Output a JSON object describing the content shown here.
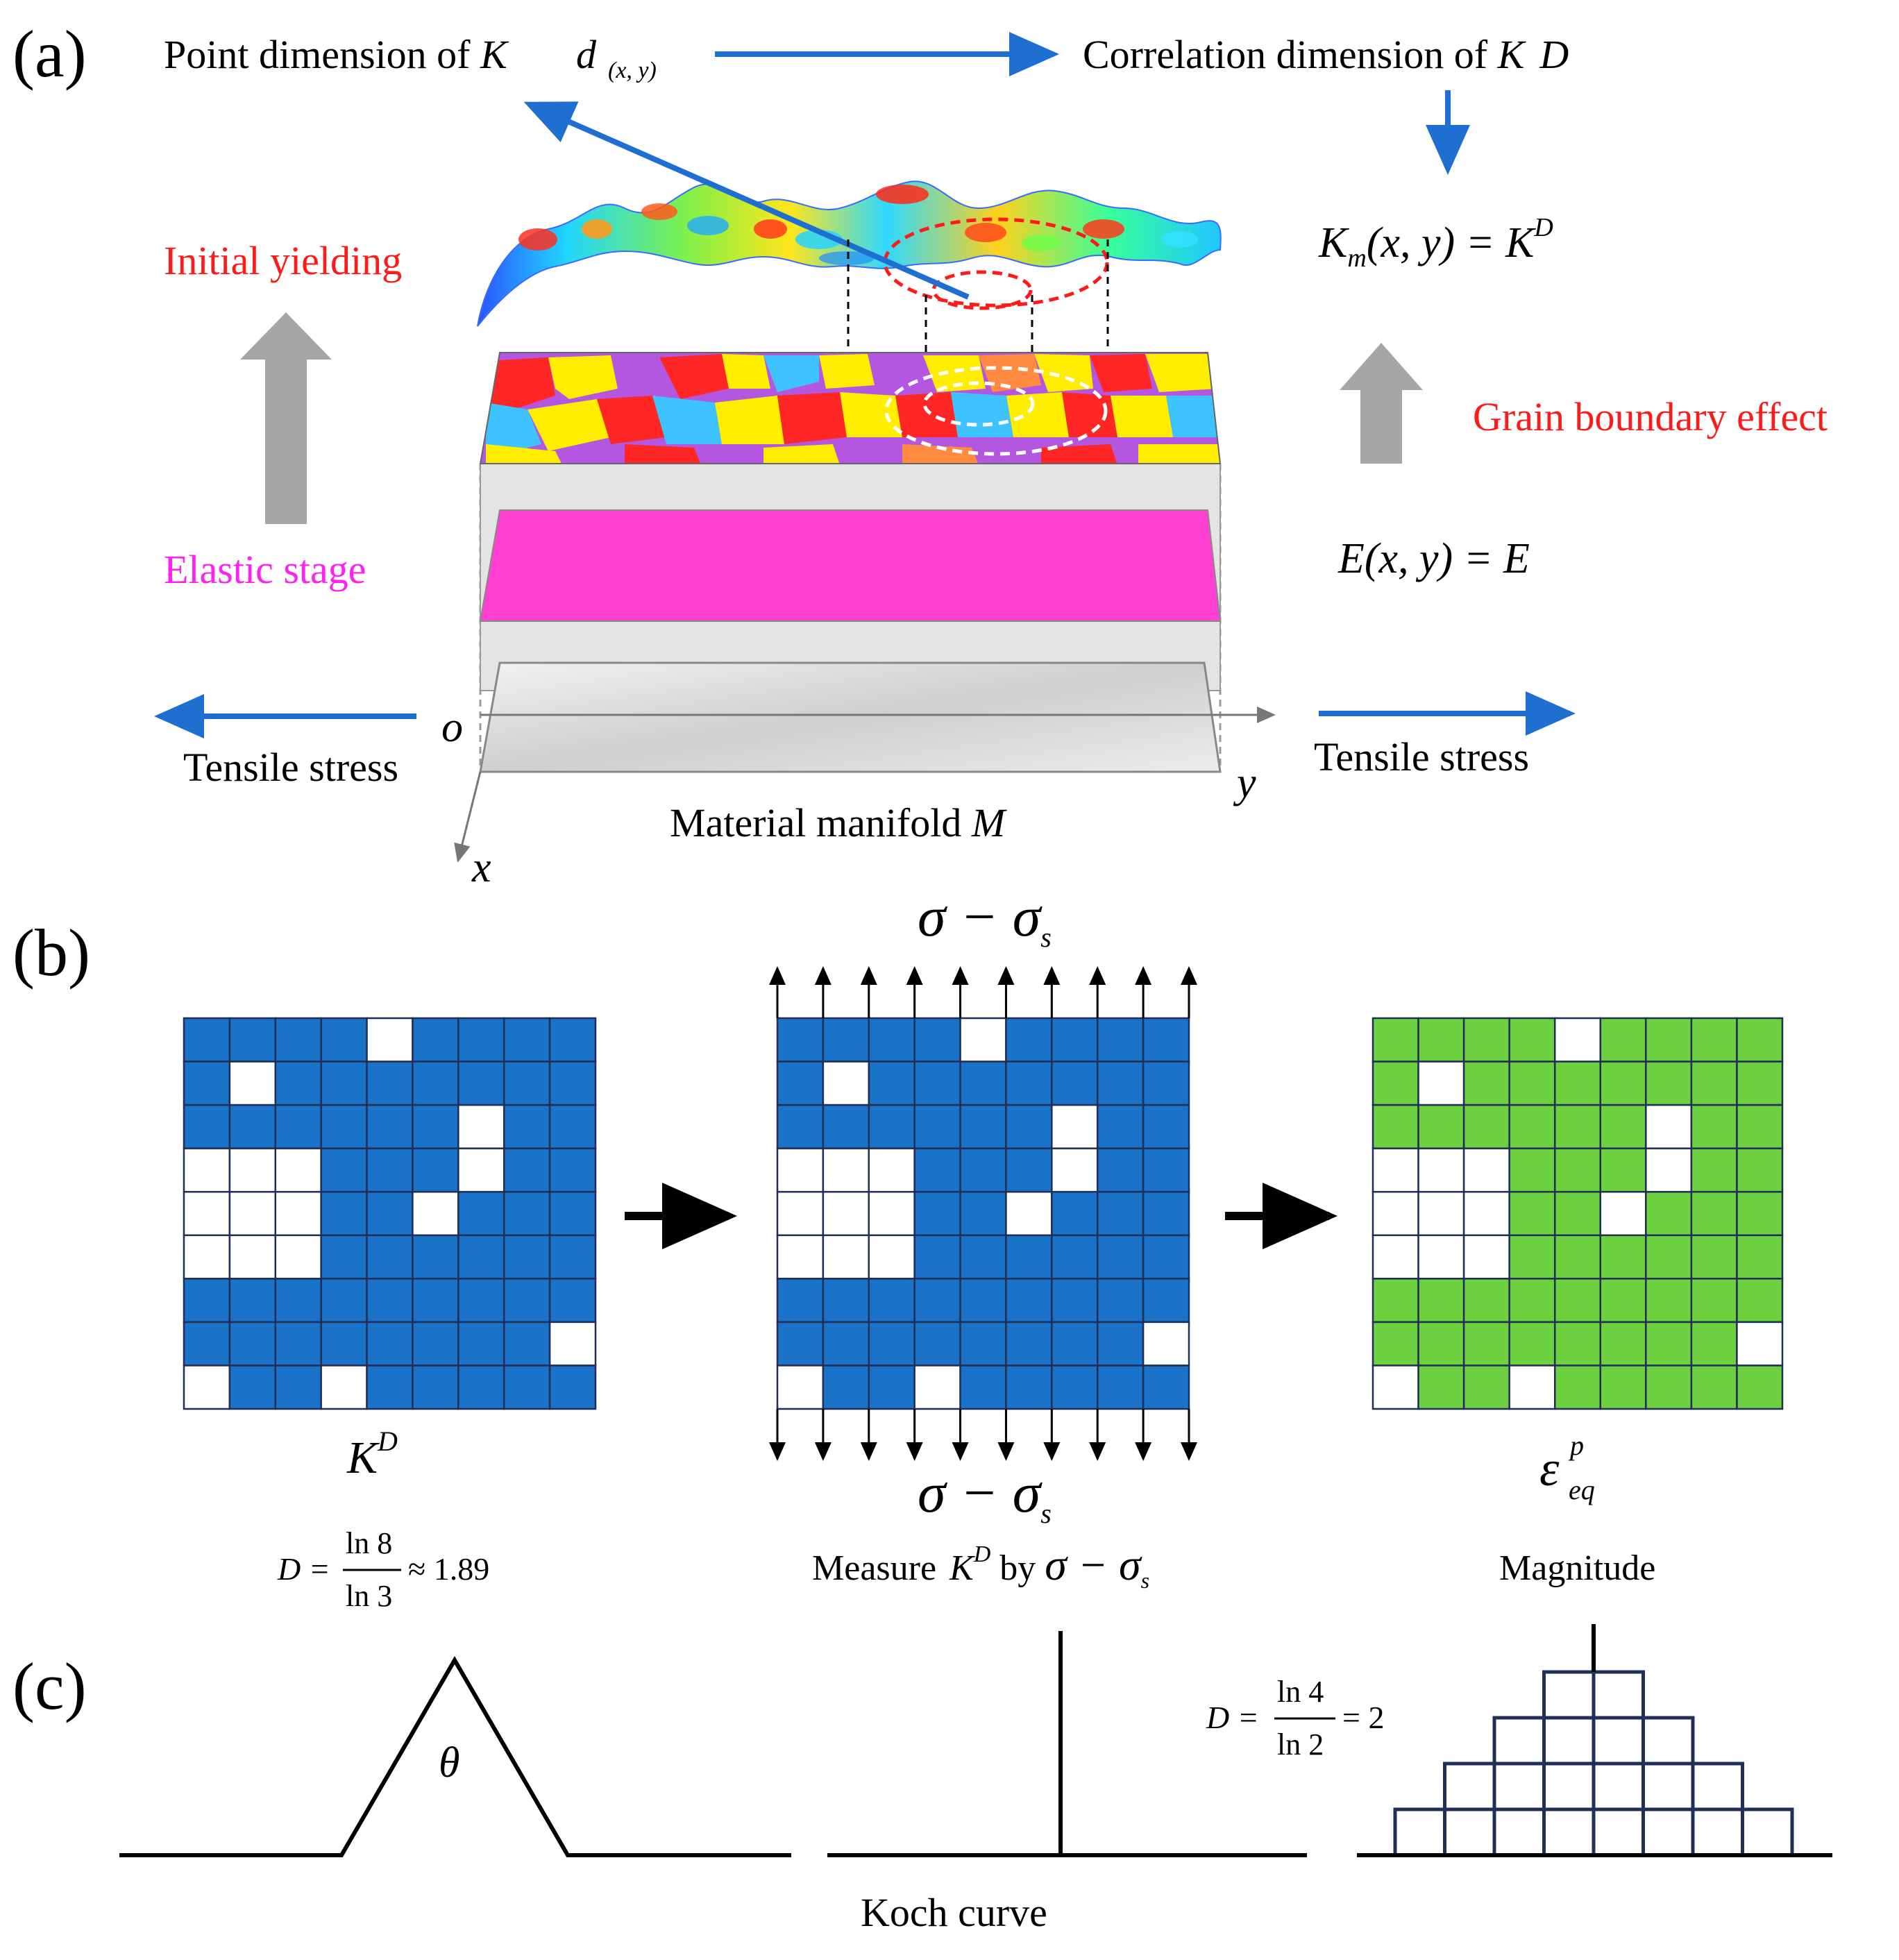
{
  "panel_a": {
    "label": "(a)",
    "point_dimension": {
      "text": "Point dimension of ",
      "var": "K",
      "sym": "d",
      "sub": "(x, y)"
    },
    "correlation_dimension": {
      "text": "Correlation dimension of ",
      "var": "K",
      "sym": "D"
    },
    "km_formula": {
      "lhs": "K",
      "sub": "m",
      "args": "(x, y) = ",
      "rhs": "K",
      "sup": "D"
    },
    "e_formula": {
      "lhs": "E",
      "args": "(x, y)",
      "rhs": " = E"
    },
    "initial_yielding": "Initial yielding",
    "elastic_stage": "Elastic stage",
    "grain_boundary_effect": "Grain boundary effect",
    "tensile_left": "Tensile stress",
    "tensile_right": "Tensile stress",
    "manifold": {
      "text": "Material manifold ",
      "var": "M"
    },
    "axis_o": "o",
    "axis_x": "x",
    "axis_y": "y",
    "colors": {
      "arrow_blue": "#1f6fd1",
      "red_label": "#ff1a1a",
      "magenta_label": "#ff22ee",
      "elastic_layer": "#ff3fd2",
      "gray_arrow": "#a6a6a6"
    }
  },
  "panel_b": {
    "label": "(b)",
    "sigma_top": "σ − σ",
    "sigma_top_sub": "s",
    "sigma_bottom": "σ − σ",
    "sigma_bottom_sub": "s",
    "grid1_label": {
      "base": "K",
      "sup": "D"
    },
    "grid3_label": {
      "base": "ε",
      "sup": "p",
      "sub": "eq"
    },
    "d_formula": {
      "lhs": "D = ",
      "num": "ln 8",
      "den": "ln 3",
      "rhs": "≈ 1.89"
    },
    "measure_caption": {
      "text": "Measure ",
      "base": "K",
      "sup": "D",
      "mid": " by ",
      "sigma": "σ − σ",
      "sub": "s"
    },
    "magnitude_caption": "Magnitude",
    "colors": {
      "blue_cell": "#1a72c9",
      "green_cell": "#6dd13f",
      "white_cell": "#ffffff",
      "grid_line": "#1f2f55"
    }
  },
  "panel_c": {
    "label": "(c)",
    "theta": "θ",
    "koch_caption": "Koch curve",
    "d_formula": {
      "lhs": "D = ",
      "num": "ln 4",
      "den": "ln 2",
      "rhs": "= 2"
    },
    "colors": {
      "stair": "#1f2f55"
    }
  }
}
